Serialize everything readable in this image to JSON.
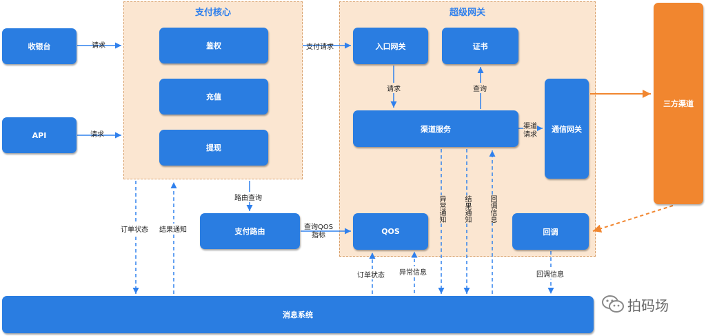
{
  "groups": {
    "pay_core": "支付核心",
    "super_gateway": "超级网关"
  },
  "nodes": {
    "cashier": "收银台",
    "api": "API",
    "auth": "鉴权",
    "recharge": "充值",
    "withdraw": "提现",
    "pay_route": "支付路由",
    "entry_gateway": "入口网关",
    "cert": "证书",
    "channel_service": "渠道服务",
    "comm_gateway": "通信网关",
    "qos": "QOS",
    "callback": "回调",
    "third_channel": "三方渠道",
    "message_system": "消息系统"
  },
  "edges": {
    "cashier_req": "请求",
    "api_req": "请求",
    "pay_request": "支付请求",
    "entry_req": "请求",
    "cert_query": "查询",
    "route_query": "路由查询",
    "qos_query": "查询QOS\n指标",
    "channel_req": "渠道\n请求",
    "order_status_core": "订单状态",
    "result_notify_core": "结果通知",
    "order_status_qos": "订单状态",
    "exception_info_qos": "异常信息",
    "exception_notify": "异常通知",
    "result_notify_ch": "结果通知",
    "callback_info_ch": "回调信息",
    "callback_info": "回调信息"
  },
  "watermark": {
    "text": "拍码场",
    "icon": "wechat-icon"
  },
  "colors": {
    "node": "#2a7de1",
    "group_fill": "#fbe6d1",
    "third": "#f1862f",
    "arrow": "#2f80ed"
  }
}
